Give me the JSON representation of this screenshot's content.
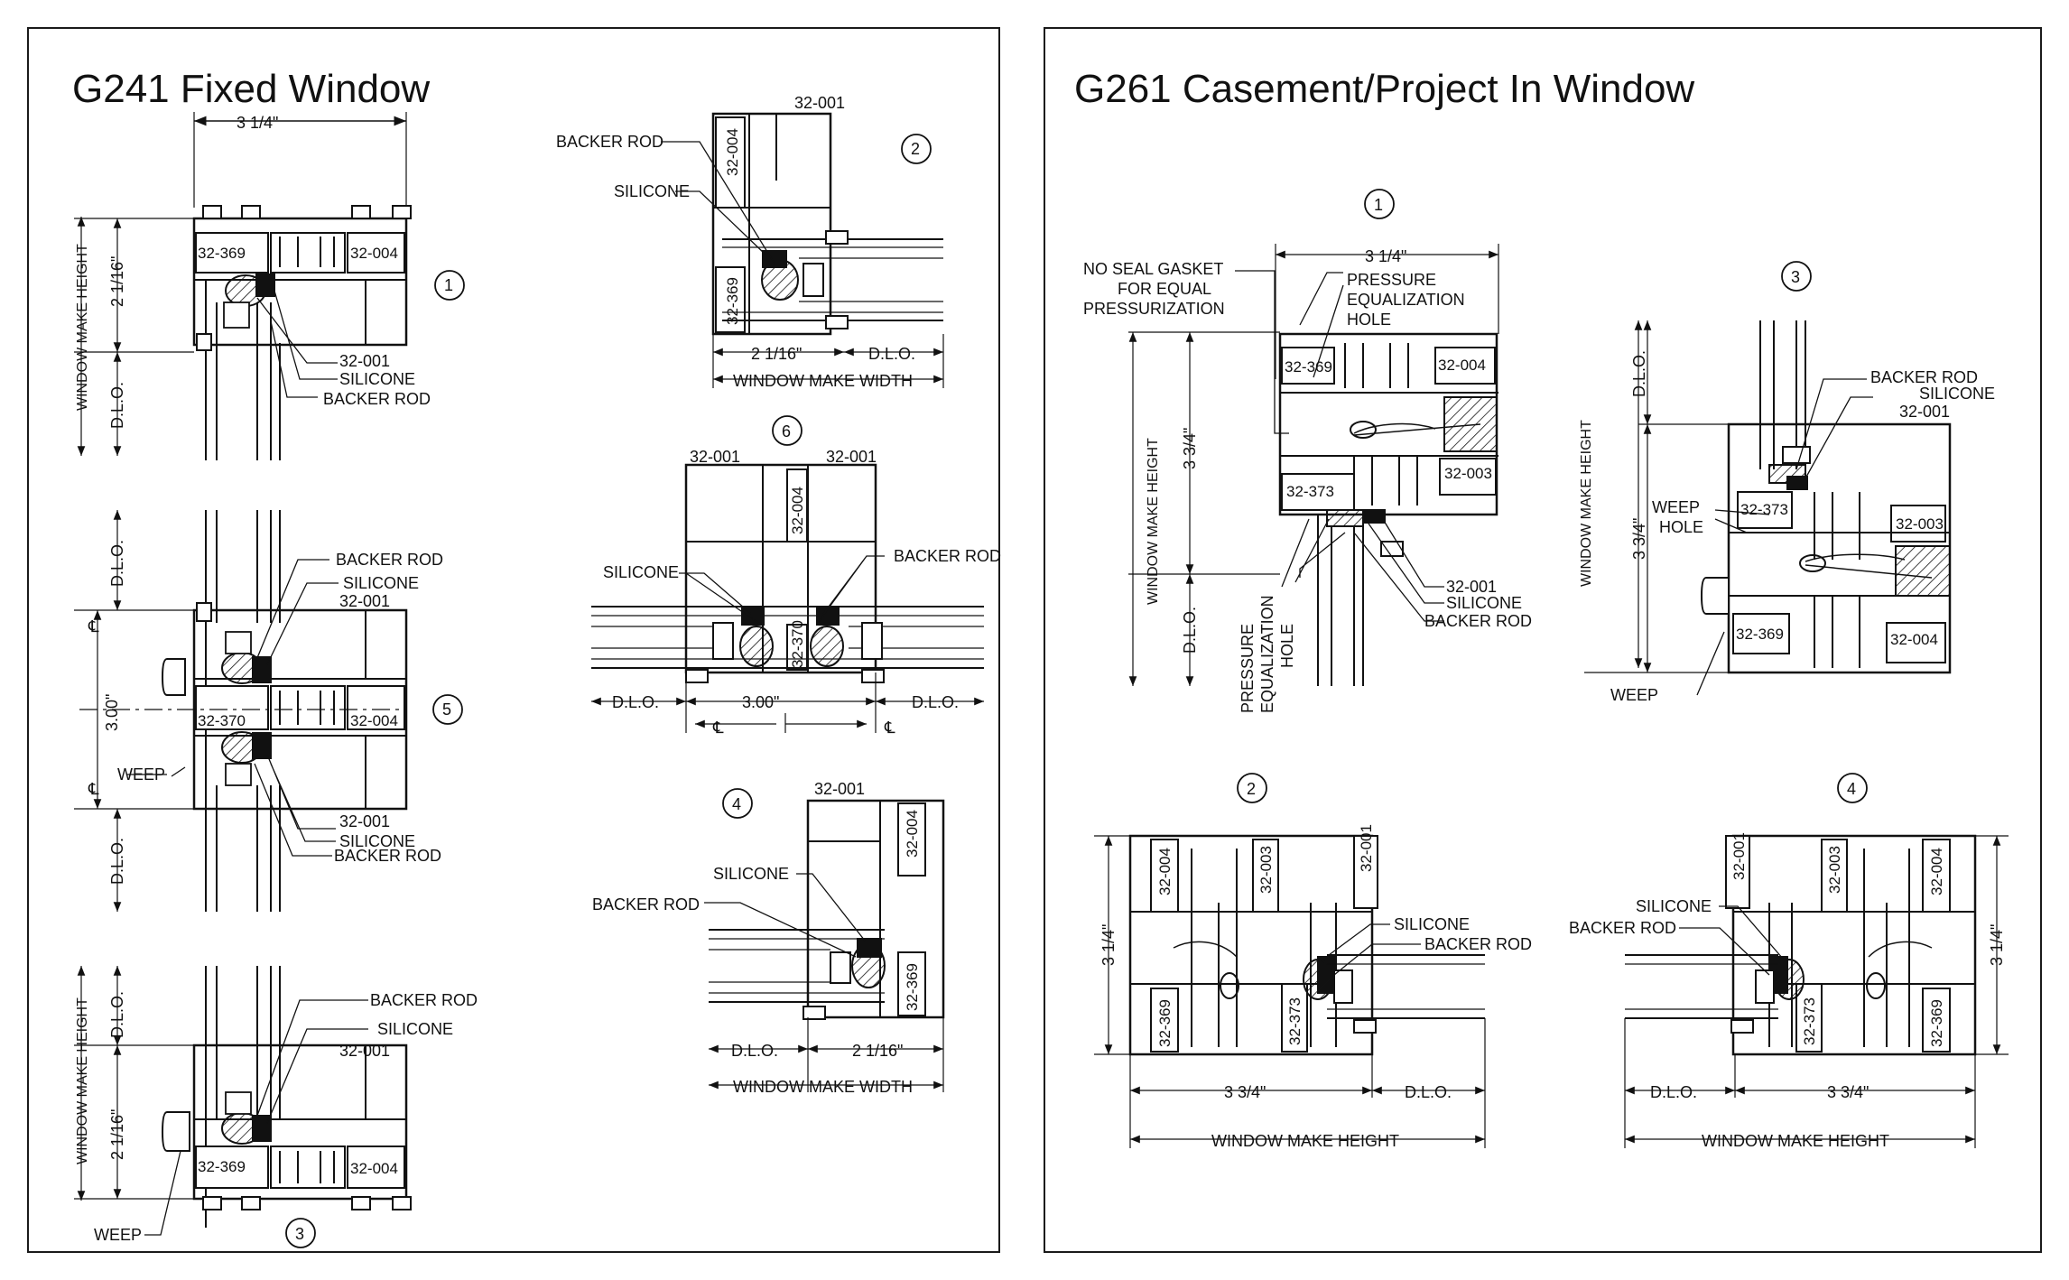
{
  "left_panel": {
    "title": "G241 Fixed Window",
    "detail1": {
      "number": "1",
      "width": "3 1/4\"",
      "height": "2 1/16\"",
      "make_height": "WINDOW MAKE HEIGHT",
      "dlo": "D.L.O.",
      "parts": [
        "32-369",
        "32-004"
      ],
      "callouts": [
        "32-001",
        "SILICONE",
        "BACKER ROD"
      ]
    },
    "detail5": {
      "number": "5",
      "dlo_top": "D.L.O.",
      "dlo_bottom": "D.L.O.",
      "height": "3.00\"",
      "cl": "℄",
      "weep": "WEEP",
      "parts": [
        "32-370",
        "32-004"
      ],
      "callouts_top": [
        "BACKER ROD",
        "SILICONE",
        "32-001"
      ],
      "callouts_bottom": [
        "32-001",
        "SILICONE",
        "BACKER ROD"
      ]
    },
    "detail3": {
      "number": "3",
      "make_height": "WINDOW MAKE HEIGHT",
      "dlo": "D.L.O.",
      "height": "2 1/16\"",
      "weep": "WEEP",
      "parts": [
        "32-369",
        "32-004"
      ],
      "callouts": [
        "BACKER ROD",
        "SILICONE",
        "32-001"
      ]
    },
    "detail2": {
      "number": "2",
      "part_top": "32-001",
      "parts": [
        "32-004",
        "32-369"
      ],
      "callouts": [
        "BACKER ROD",
        "SILICONE"
      ],
      "width": "2 1/16\"",
      "dlo": "D.L.O.",
      "make_width": "WINDOW MAKE WIDTH"
    },
    "detail6": {
      "number": "6",
      "parts_top": [
        "32-001",
        "32-001"
      ],
      "parts": [
        "32-004",
        "32-370"
      ],
      "callouts": [
        "SILICONE",
        "BACKER ROD"
      ],
      "dlo_left": "D.L.O.",
      "dlo_right": "D.L.O.",
      "width": "3.00\"",
      "cl": "℄"
    },
    "detail4": {
      "number": "4",
      "part_top": "32-001",
      "parts": [
        "32-004",
        "32-369"
      ],
      "callouts": [
        "SILICONE",
        "BACKER ROD"
      ],
      "dlo": "D.L.O.",
      "width": "2 1/16\"",
      "make_width": "WINDOW MAKE WIDTH"
    }
  },
  "right_panel": {
    "title": "G261 Casement/Project In Window",
    "detail1": {
      "number": "1",
      "width": "3 1/4\"",
      "height": "3 3/4\"",
      "make_height": "WINDOW MAKE HEIGHT",
      "dlo": "D.L.O.",
      "callout_gasket": [
        "NO SEAL GASKET",
        "FOR EQUAL",
        "PRESSURIZATION"
      ],
      "callout_hole": [
        "PRESSURE",
        "EQUALIZATION",
        "HOLE"
      ],
      "callout_hole_bottom": [
        "PRESSURE",
        "EQUALIZATION",
        "HOLE"
      ],
      "parts": [
        "32-369",
        "32-004",
        "32-003",
        "32-373"
      ],
      "callouts": [
        "32-001",
        "SILICONE",
        "BACKER ROD"
      ]
    },
    "detail3": {
      "number": "3",
      "dlo": "D.L.O.",
      "make_height": "WINDOW MAKE HEIGHT",
      "height": "3 3/4\"",
      "weep_hole": [
        "WEEP",
        "HOLE"
      ],
      "weep": "WEEP",
      "parts": [
        "32-373",
        "32-003",
        "32-369",
        "32-004"
      ],
      "callouts": [
        "BACKER ROD",
        "SILICONE",
        "32-001"
      ]
    },
    "detail2": {
      "number": "2",
      "height": "3 1/4\"",
      "parts": [
        "32-004",
        "32-003",
        "32-001",
        "32-369",
        "32-373"
      ],
      "callouts": [
        "SILICONE",
        "BACKER ROD"
      ],
      "width": "3 3/4\"",
      "dlo": "D.L.O.",
      "make_height": "WINDOW MAKE HEIGHT"
    },
    "detail4": {
      "number": "4",
      "height": "3 1/4\"",
      "parts": [
        "32-001",
        "32-003",
        "32-004",
        "32-373",
        "32-369"
      ],
      "callouts": [
        "SILICONE",
        "BACKER ROD"
      ],
      "dlo": "D.L.O.",
      "width": "3 3/4\"",
      "make_height": "WINDOW MAKE HEIGHT"
    }
  }
}
